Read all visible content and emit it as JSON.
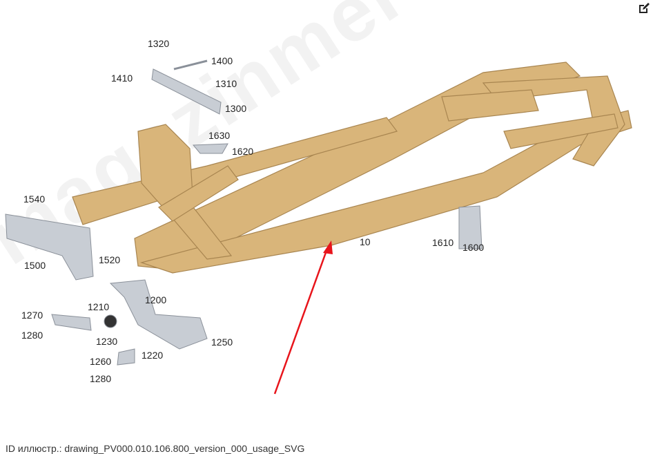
{
  "watermark": "magazinmercedes.ru",
  "footer_text": "ID иллюстр.: drawing_PV000.010.106.800_version_000_usage_SVG",
  "edit_icon": "edit-icon",
  "colors": {
    "frame": "#d9b57a",
    "frame_dark": "#a88550",
    "part": "#c8cdd4",
    "arrow": "#e8141b"
  },
  "labels": [
    "1320",
    "1400",
    "1410",
    "1310",
    "1300",
    "1630",
    "1620",
    "1540",
    "1500",
    "1520",
    "1200",
    "1210",
    "1270",
    "1280",
    "1230",
    "1220",
    "1250",
    "1260",
    "1280",
    "10",
    "1610",
    "1600"
  ]
}
